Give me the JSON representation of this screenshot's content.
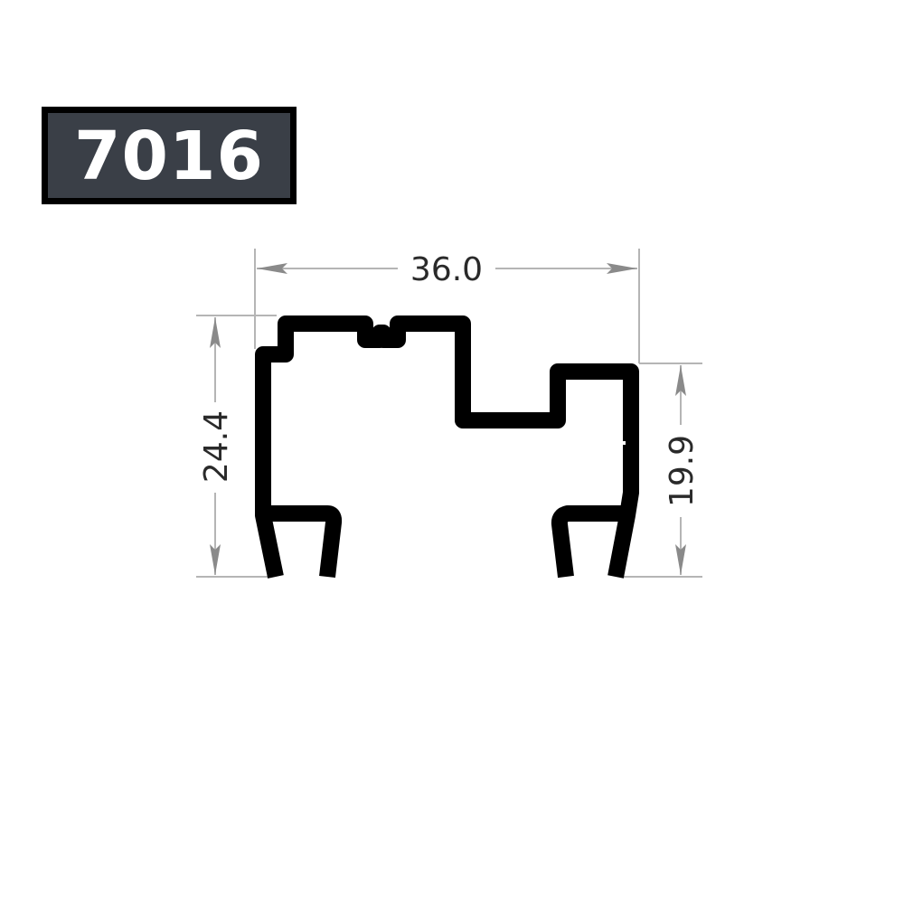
{
  "badge": {
    "label": "7016",
    "background": "#3a3f47",
    "border_color": "#000000",
    "text_color": "#ffffff"
  },
  "drawing": {
    "profile_color": "#000000",
    "dimension_line_color": "#b5b5b5",
    "dimension_text_color": "#2a2a2a",
    "dimensions": {
      "width": {
        "label": "36.0",
        "orientation": "horizontal"
      },
      "overall_height": {
        "label": "24.4",
        "orientation": "vertical",
        "side": "left"
      },
      "right_height": {
        "label": "19.9",
        "orientation": "vertical",
        "side": "right"
      }
    }
  }
}
